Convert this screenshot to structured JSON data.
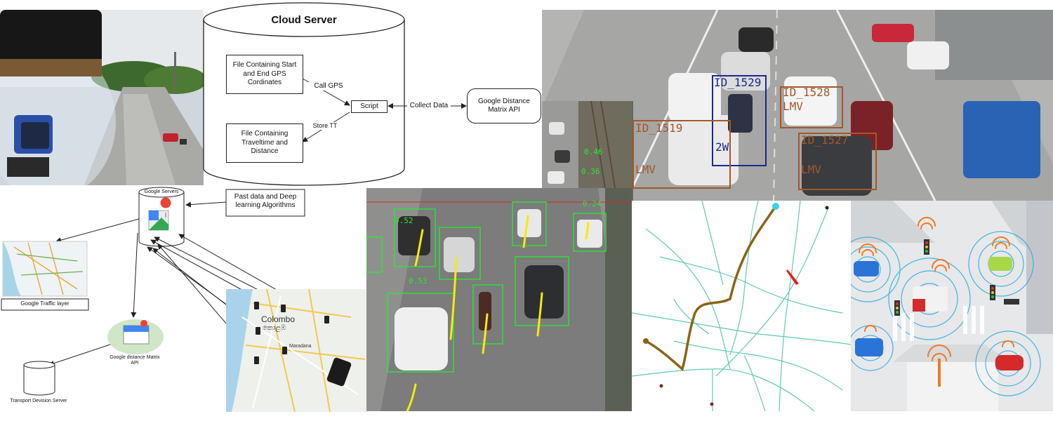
{
  "cloud": {
    "title": "Cloud Server",
    "file_start": "File Containing Start and End GPS Cordinates",
    "file_tt": "File Containing Traveltime and Distance",
    "script": "Script",
    "call_gps": "Call GPS",
    "store_tt": "Store TT",
    "collect": "Collect Data",
    "api": "Google Distance Matrix API"
  },
  "arch": {
    "servers": "Google Servers",
    "past_data": "Past data and Deep learning Algorithms",
    "traffic_layer": "Google Traffic layer",
    "api": "Google distance Matrix API",
    "transport": "Transport Devision Server",
    "map_city": "Colombo",
    "map_city_si": "කොළඹ",
    "map_place": "Maradana"
  },
  "detection": {
    "labels": [
      {
        "id": "ID_1529",
        "cls": "2W"
      },
      {
        "id": "ID_1528",
        "cls": "LMV"
      },
      {
        "id": "ID_1519",
        "cls": "LMV"
      },
      {
        "id": "ID_1527",
        "cls": "LMV"
      }
    ],
    "colors": {
      "two_wheeler": "#1a2a8a",
      "lmv": "#a2582a"
    }
  },
  "tracking": {
    "scores": [
      "0.46",
      "0.36",
      "0.24",
      "0.53",
      "0.52"
    ],
    "colors": {
      "box": "#2ee33a",
      "trail": "#f3ea10"
    }
  },
  "routes": {
    "colors": {
      "network": "#5fc8b6",
      "route": "#8a6418",
      "marker": "#e0201c"
    }
  },
  "smart": {
    "colors": {
      "rings": "#2aa9e0",
      "signal": "#f07a20"
    }
  }
}
